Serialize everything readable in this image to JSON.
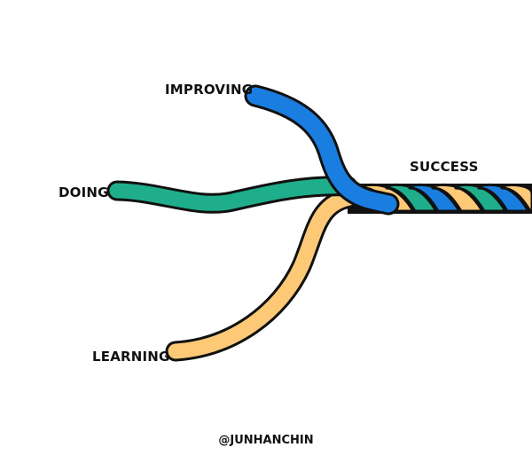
{
  "labels": {
    "improving": "IMPROVING",
    "doing": "DOING",
    "learning": "LEARNING",
    "success": "SUCCESS"
  },
  "credit": "@JUNHANCHIN",
  "colors": {
    "improving": "#1a7de0",
    "doing": "#1fae8c",
    "learning": "#fdc977",
    "outline": "#111111"
  }
}
